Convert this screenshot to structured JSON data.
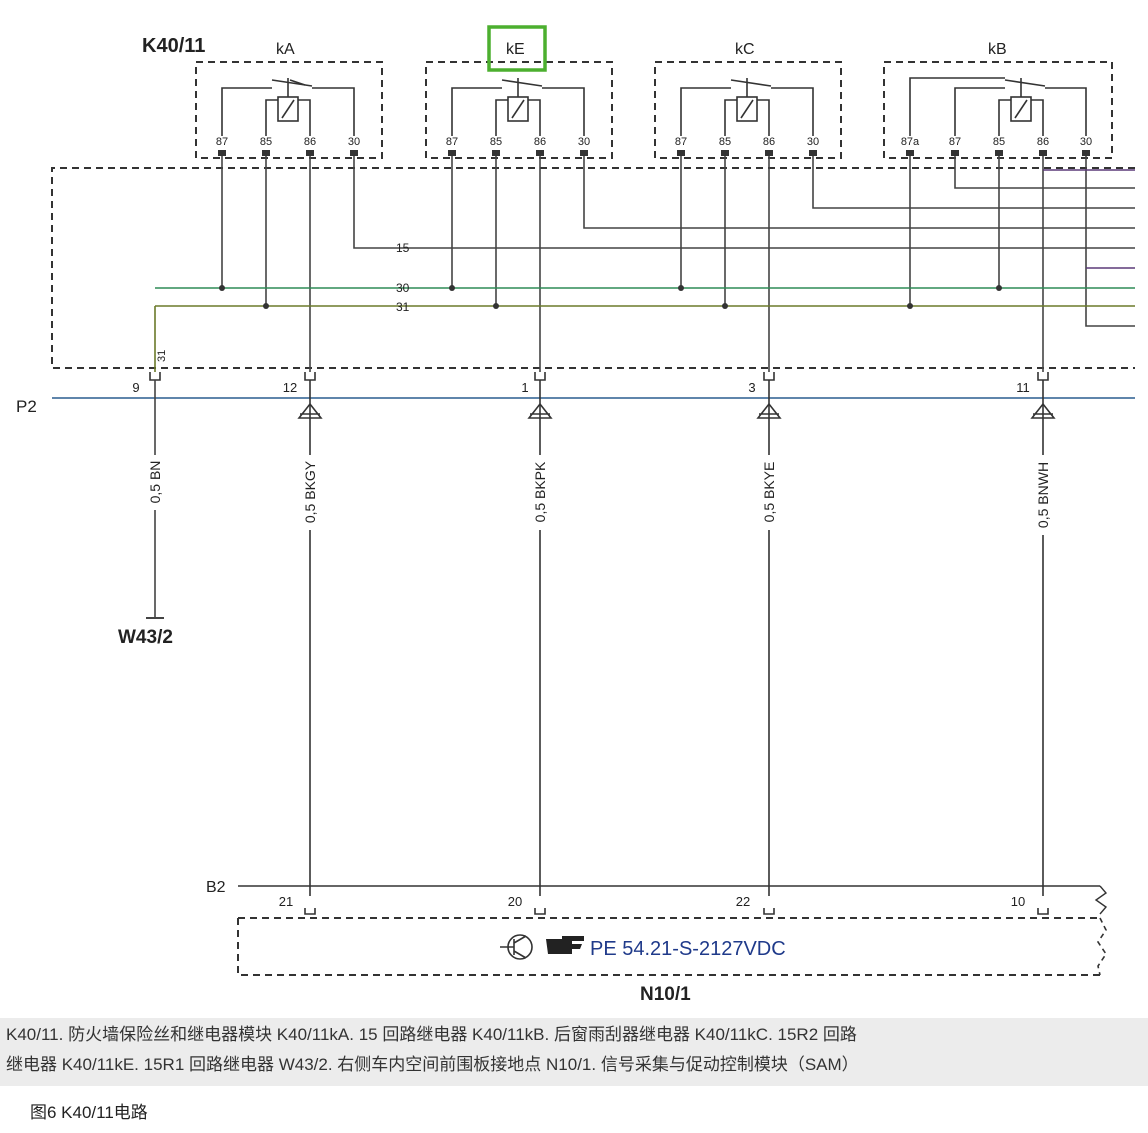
{
  "diagram": {
    "module_label": "K40/11",
    "relays": [
      {
        "name": "kA",
        "pins": [
          "87",
          "85",
          "86",
          "30"
        ],
        "highlighted": false
      },
      {
        "name": "kE",
        "pins": [
          "87",
          "85",
          "86",
          "30"
        ],
        "highlighted": true
      },
      {
        "name": "kC",
        "pins": [
          "87",
          "85",
          "86",
          "30"
        ],
        "highlighted": false
      },
      {
        "name": "kB",
        "pins": [
          "87a",
          "87",
          "85",
          "86",
          "30"
        ],
        "highlighted": false
      }
    ],
    "bus_labels": [
      "15",
      "30",
      "31"
    ],
    "vertical_label_31": "31",
    "connector_p2": "P2",
    "p2_pins": [
      "9",
      "12",
      "1",
      "3",
      "11"
    ],
    "wires": [
      "0,5 BN",
      "0,5 BKGY",
      "0,5 BKPK",
      "0,5 BKYE",
      "0,5 BNWH"
    ],
    "ground_label": "W43/2",
    "connector_b2": "B2",
    "b2_pins": [
      "21",
      "20",
      "22",
      "10"
    ],
    "sam_reference": "PE 54.21-S-2127VDC",
    "sam_label": "N10/1",
    "colors": {
      "highlight": "#4caf2f",
      "bus30": "#2e8b57",
      "bus31": "#6b7a2a",
      "reference": "#1f3a8a",
      "wire_purple": "#5b3a78"
    }
  },
  "legend": {
    "line1": "K40/11. 防火墙保险丝和继电器模块   K40/11kA. 15 回路继电器   K40/11kB. 后窗雨刮器继电器   K40/11kC. 15R2 回路",
    "line2": "继电器   K40/11kE. 15R1 回路继电器   W43/2. 右侧车内空间前围板接地点   N10/1. 信号采集与促动控制模块（SAM）"
  },
  "caption": "图6   K40/11电路"
}
